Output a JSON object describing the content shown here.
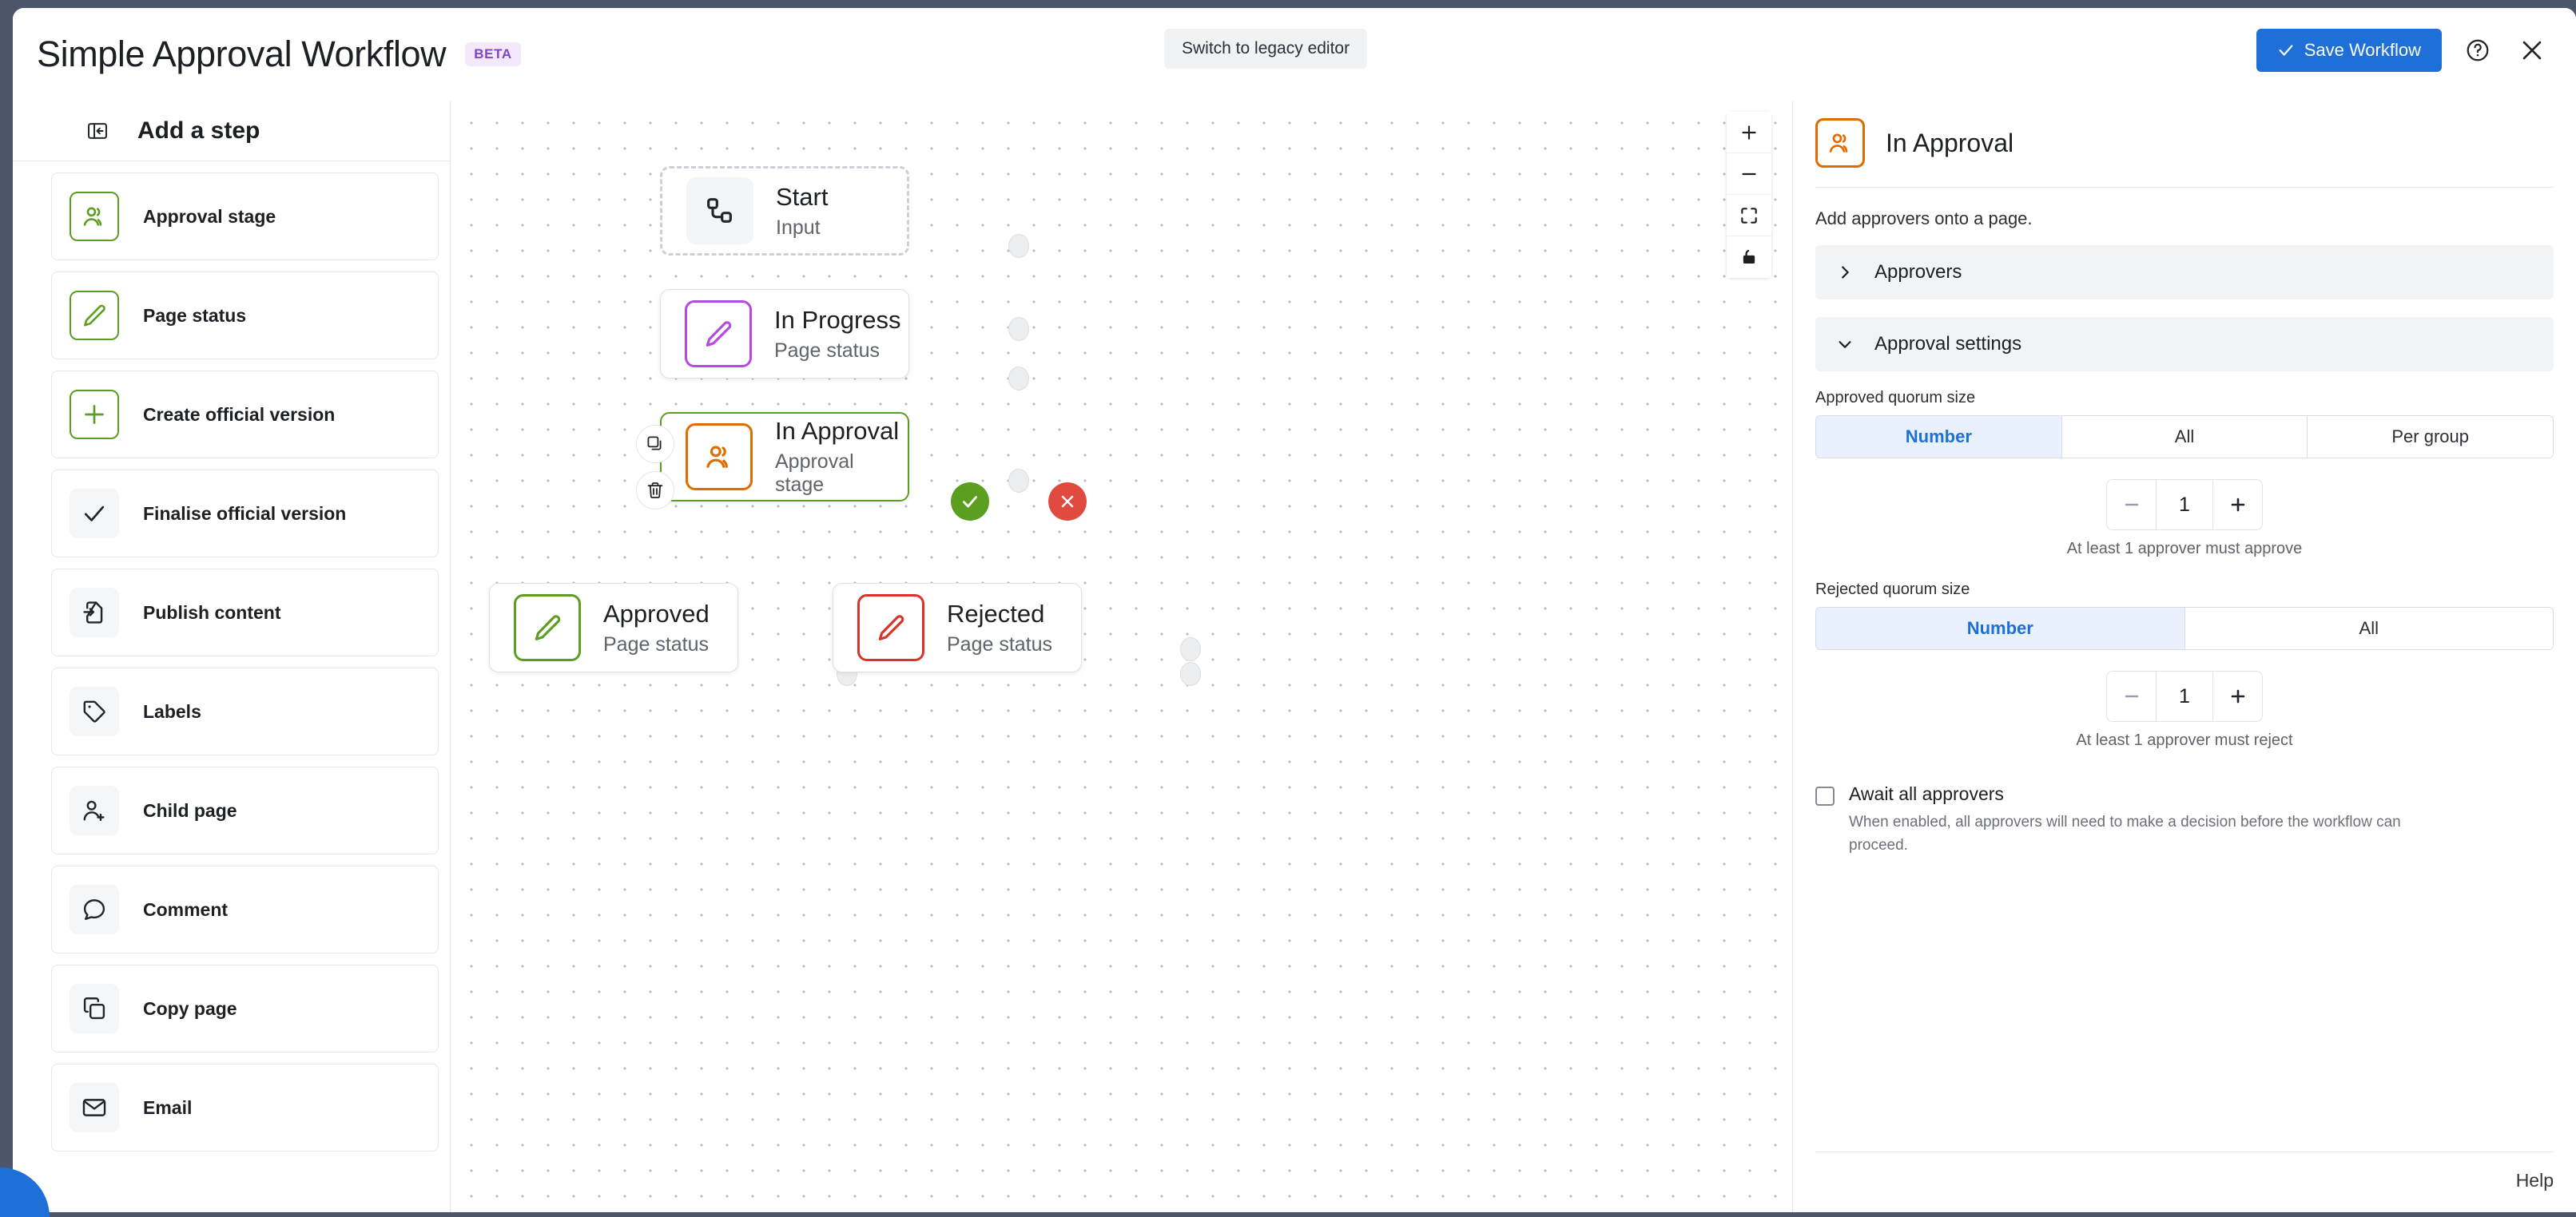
{
  "header": {
    "title": "Simple Approval Workflow",
    "badge": "BETA",
    "legacy_button": "Switch to legacy editor",
    "save_button": "Save Workflow",
    "help_icon": "help-circle-icon",
    "close_icon": "close-icon",
    "accent_blue": "#1f6fd8"
  },
  "sidebar": {
    "title": "Add a step",
    "collapse_icon": "collapse-panel-icon",
    "items": [
      {
        "label": "Approval stage",
        "icon": "people-icon",
        "style": "green"
      },
      {
        "label": "Page status",
        "icon": "pencil-icon",
        "style": "green"
      },
      {
        "label": "Create official version",
        "icon": "plus-icon",
        "style": "green"
      },
      {
        "label": "Finalise official version",
        "icon": "check-icon",
        "style": "grey"
      },
      {
        "label": "Publish content",
        "icon": "publish-file-icon",
        "style": "grey"
      },
      {
        "label": "Labels",
        "icon": "tag-icon",
        "style": "grey"
      },
      {
        "label": "Child page",
        "icon": "user-plus-icon",
        "style": "grey"
      },
      {
        "label": "Comment",
        "icon": "comment-icon",
        "style": "grey"
      },
      {
        "label": "Copy page",
        "icon": "copy-icon",
        "style": "grey"
      },
      {
        "label": "Email",
        "icon": "envelope-icon",
        "style": "grey"
      }
    ]
  },
  "canvas": {
    "zoom_controls": [
      {
        "name": "zoom-in-button",
        "icon": "plus-icon"
      },
      {
        "name": "zoom-out-button",
        "icon": "minus-icon"
      },
      {
        "name": "fit-view-button",
        "icon": "fit-screen-icon"
      },
      {
        "name": "lock-button",
        "icon": "lock-icon"
      }
    ],
    "node_actions": [
      {
        "name": "duplicate-node-button",
        "icon": "copy-icon"
      },
      {
        "name": "delete-node-button",
        "icon": "trash-icon"
      }
    ],
    "nodes": [
      {
        "id": "start",
        "title": "Start",
        "subtitle": "Input",
        "icon": "nodes-icon",
        "style": "grey"
      },
      {
        "id": "in-progress",
        "title": "In Progress",
        "subtitle": "Page status",
        "icon": "pencil-icon",
        "style": "purple"
      },
      {
        "id": "in-approval",
        "title": "In Approval",
        "subtitle": "Approval stage",
        "icon": "people-icon",
        "style": "orange"
      },
      {
        "id": "approved",
        "title": "Approved",
        "subtitle": "Page status",
        "icon": "pencil-icon",
        "style": "green"
      },
      {
        "id": "rejected",
        "title": "Rejected",
        "subtitle": "Page status",
        "icon": "pencil-icon",
        "style": "red"
      }
    ],
    "branch_badges": [
      {
        "name": "approve-branch-badge",
        "icon": "check-icon",
        "color": "#5c9e20"
      },
      {
        "name": "reject-branch-badge",
        "icon": "cross-icon",
        "color": "#e04a3f"
      }
    ]
  },
  "panel": {
    "title": "In Approval",
    "icon": "people-icon",
    "description": "Add approvers onto a page.",
    "sections": [
      {
        "label": "Approvers",
        "expanded": false,
        "chevron": "chevron-right-icon"
      },
      {
        "label": "Approval settings",
        "expanded": true,
        "chevron": "chevron-down-icon"
      }
    ],
    "approved_quorum": {
      "label": "Approved quorum size",
      "options": [
        "Number",
        "All",
        "Per group"
      ],
      "selected": "Number",
      "value": "1",
      "hint": "At least 1 approver must approve"
    },
    "rejected_quorum": {
      "label": "Rejected quorum size",
      "options": [
        "Number",
        "All"
      ],
      "selected": "Number",
      "value": "1",
      "hint": "At least 1 approver must reject"
    },
    "await_all": {
      "label": "Await all approvers",
      "checked": false,
      "description": "When enabled, all approvers will need to make a decision before the workflow can proceed."
    },
    "help_link": "Help"
  }
}
